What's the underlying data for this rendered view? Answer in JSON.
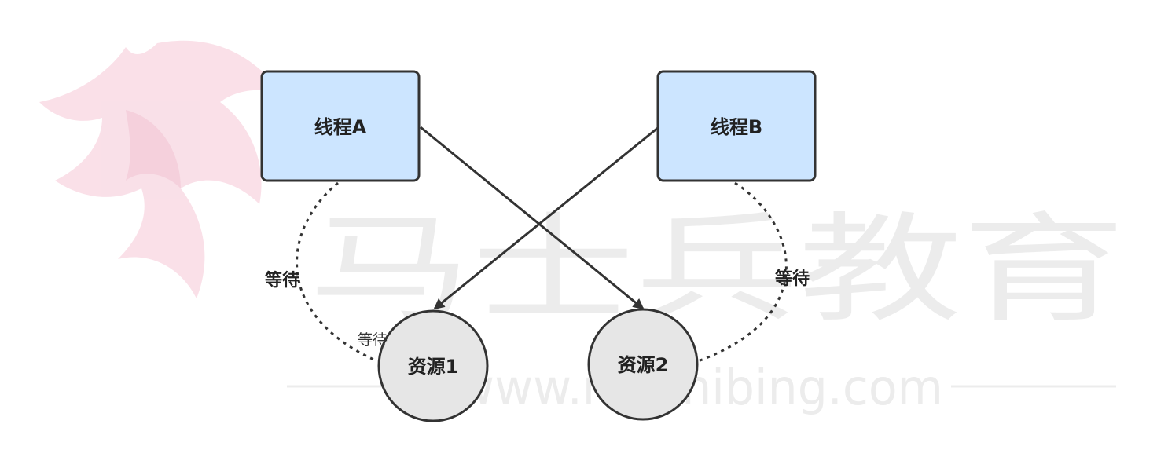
{
  "watermark": {
    "brand_text": "马士兵教育",
    "url_text": "www.mashibing.com",
    "logo_colors": [
      "#f7d6e0",
      "#f3c9d6"
    ],
    "text_color": "#ececec"
  },
  "nodes": {
    "thread_a": {
      "label": "线程A",
      "fill": "#cce5ff",
      "stroke": "#333333"
    },
    "thread_b": {
      "label": "线程B",
      "fill": "#cce5ff",
      "stroke": "#333333"
    },
    "resource_1": {
      "label": "资源1",
      "fill": "#e6e6e6",
      "stroke": "#333333"
    },
    "resource_2": {
      "label": "资源2",
      "fill": "#e6e6e6",
      "stroke": "#333333"
    }
  },
  "edges": {
    "a_holds_r1_label": "等待",
    "a_waits_small_label": "等待",
    "b_holds_r2_label": "等待"
  }
}
